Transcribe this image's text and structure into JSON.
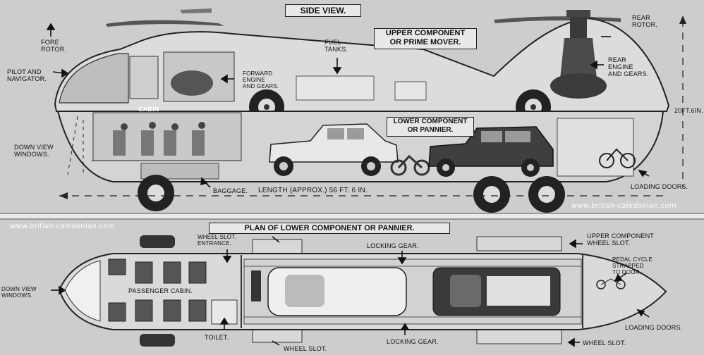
{
  "titles": {
    "side_view": "SIDE VIEW.",
    "upper_component": "UPPER COMPONENT\nOR PRIME MOVER.",
    "lower_component": "LOWER COMPONENT\nOR PANNIER.",
    "plan": "PLAN OF LOWER COMPONENT OR PANNIER."
  },
  "side_labels": {
    "fore_rotor": "FORE\nROTOR.",
    "pilot": "PILOT AND\nNAVIGATOR.",
    "down_view": "DOWN VIEW\nWINDOWS.",
    "cabin": "CABIN",
    "forward_engine": "FORWARD\nENGINE\nAND GEARS.",
    "fuel_tanks": "FUEL\nTANKS.",
    "rear_rotor": "REAR\nROTOR.",
    "rear_engine": "REAR\nENGINE\nAND GEARS.",
    "height": "20FT.6IN.",
    "baggage": "BAGGAGE.",
    "length": "LENGTH (APPROX.) 56 FT. 6 IN.",
    "loading_doors": "LOADING DOORS."
  },
  "plan_labels": {
    "wheel_slot_entrance": "WHEEL SLOT.\nENTRANCE.",
    "locking_gear_top": "LOCKING GEAR.",
    "upper_wheel_slot": "UPPER COMPONENT\nWHEEL SLOT.",
    "pedal_cycle": "PEDAL CYCLE\nSTRAPPED\nTO DOOR.",
    "down_view": "DOWN VIEW\nWINDOWS.",
    "passenger_cabin": "PASSENGER CABIN.",
    "toilet": "TOILET.",
    "wheel_slot_bottom": "WHEEL SLOT.",
    "locking_gear_bottom": "LOCKING GEAR.",
    "wheel_slot_right": "WHEEL SLOT.",
    "loading_doors": "LOADING DOORS."
  },
  "watermarks": {
    "top_right": "www.british-caledonian.com",
    "mid_left": "www.british-caledonian.com"
  }
}
